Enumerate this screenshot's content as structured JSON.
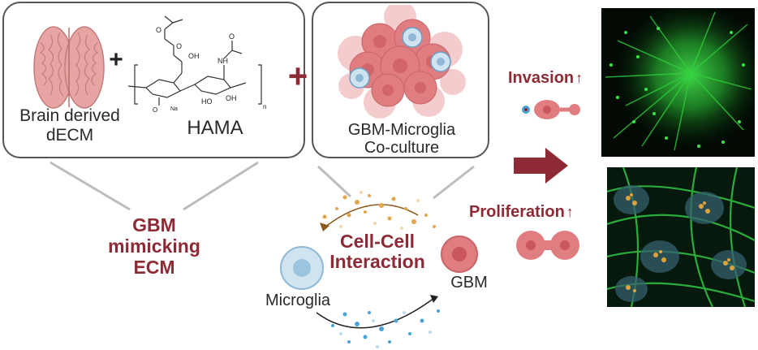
{
  "ecm_box": {
    "brain_label_line1": "Brain derived",
    "brain_label_line2": "dECM",
    "hama_label": "HAMA",
    "plus": "+",
    "chem_atoms": {
      "oh": "OH",
      "nh": "NH",
      "o_top": "O",
      "o_left": "O",
      "o_amide": "O",
      "ho": "HO",
      "oh_ring": "OH",
      "o_minus": "O",
      "na": "Na",
      "n_sub": "n"
    }
  },
  "plus_between": "+",
  "coculture_box": {
    "label_line1": "GBM-Microglia",
    "label_line2": "Co-culture"
  },
  "gbm_ecm_label": {
    "line1": "GBM",
    "line2": "mimicking",
    "line3": "ECM"
  },
  "interaction": {
    "title_line1": "Cell-Cell",
    "title_line2": "Interaction",
    "microglia_label": "Microglia",
    "gbm_label": "GBM"
  },
  "outcomes": {
    "invasion_label": "Invasion",
    "proliferation_label": "Proliferation",
    "up_arrow": "↑"
  },
  "colors": {
    "accent_red": "#8e2a35",
    "tumor_pink": "#e07d80",
    "microglia_blue": "#b9d7ea",
    "dot_orange": "#e3a64a",
    "dot_blue": "#4aa3d6",
    "micro_green": "#2fd33c"
  }
}
